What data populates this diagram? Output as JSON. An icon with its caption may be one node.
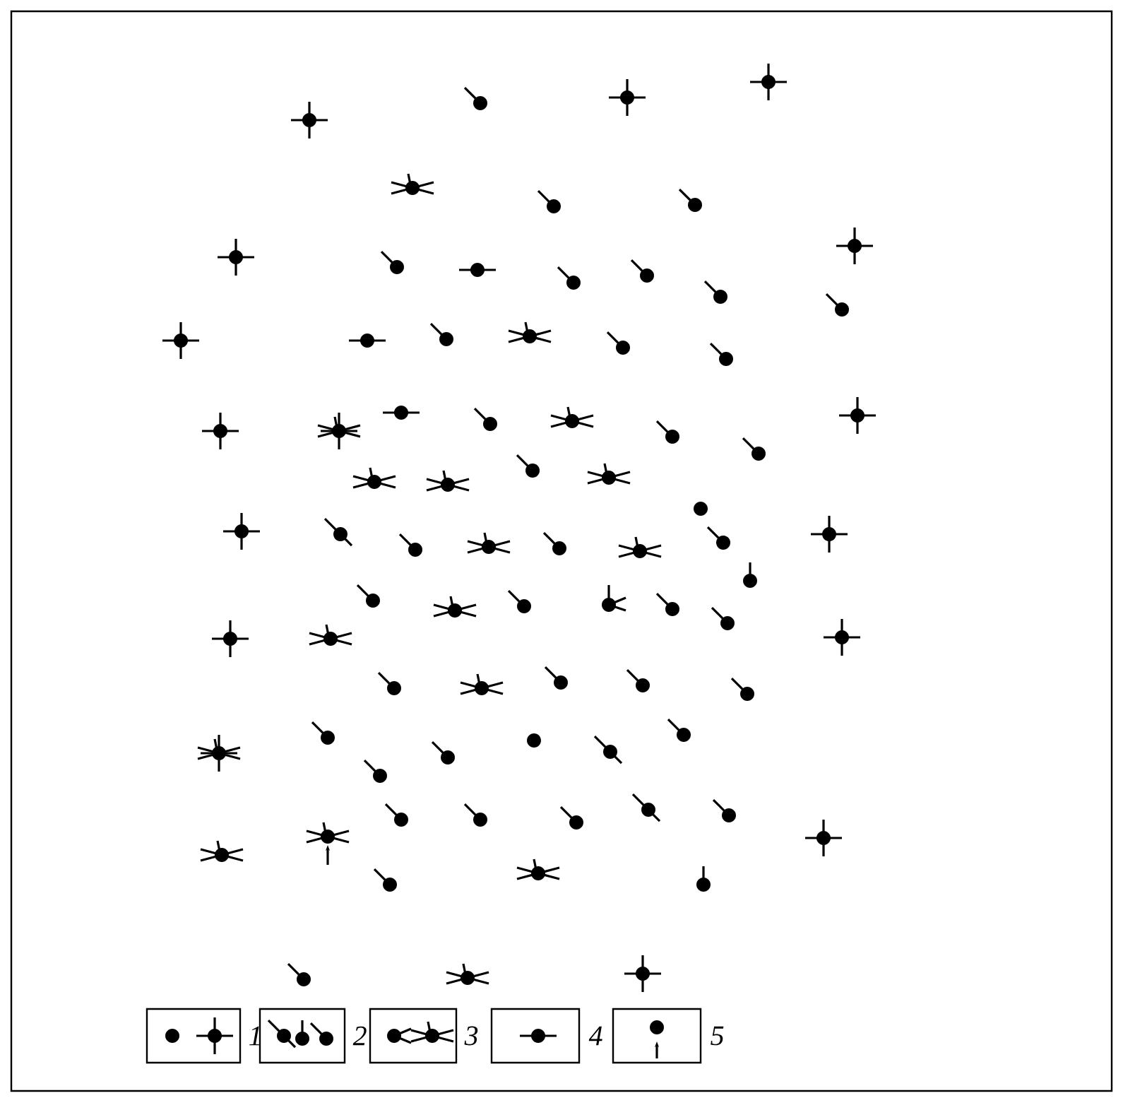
{
  "diagram": {
    "legend": [
      {
        "text": "1"
      },
      {
        "text": "2"
      },
      {
        "text": "3"
      },
      {
        "text": "4"
      },
      {
        "text": "5"
      }
    ]
  }
}
